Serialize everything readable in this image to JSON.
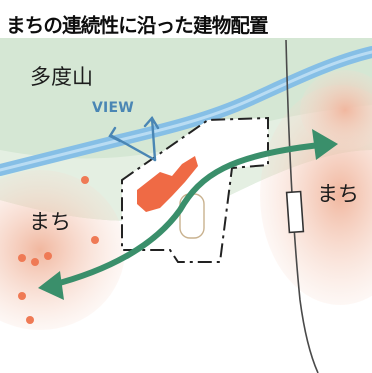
{
  "title": "まちの連続性に沿った建物配置",
  "labels": {
    "mountain": "多度山",
    "machi_left": "まち",
    "machi_right": "まち",
    "view": "VIEW"
  },
  "colors": {
    "greenery": "#cfe3cf",
    "river": "#7db9e3",
    "town": "#f3c7b4",
    "accent": "#ef6a45",
    "flow_arrow": "#3a8f6b",
    "view_arrow": "#4a86b4"
  }
}
